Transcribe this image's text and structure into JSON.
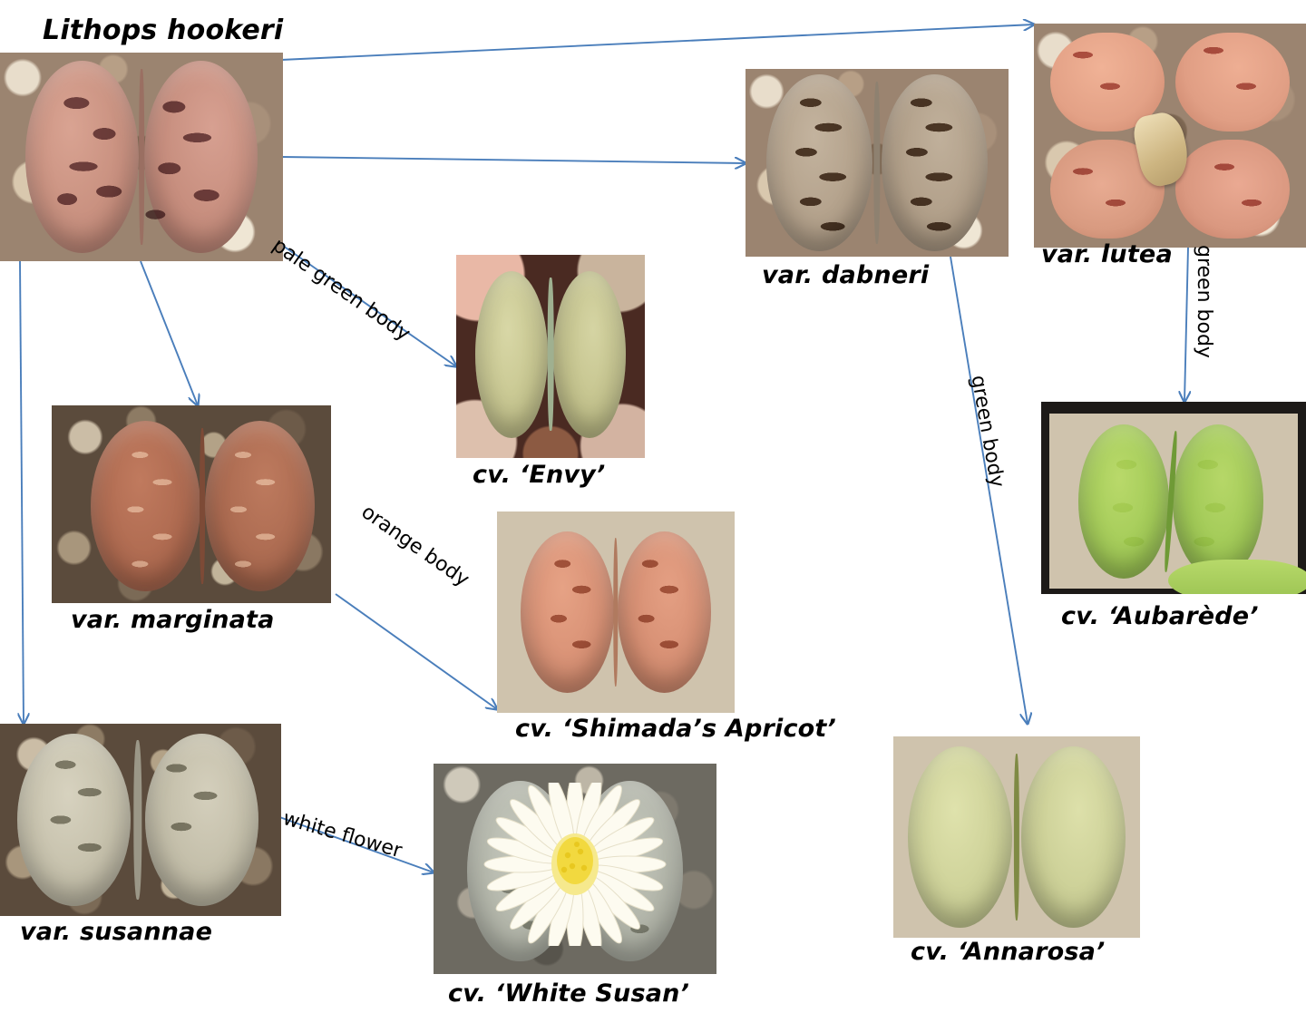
{
  "diagram": {
    "title": "Lithops hookeri",
    "accent_arrow_color": "#4a7ebb",
    "text_color": "#000000"
  },
  "taxa": [
    {
      "id": "species",
      "label": "Lithops hookeri",
      "kind": "species",
      "photo_alt": "dusty pink-brown Lithops hookeri pair with dark branching markings on warm gravel"
    },
    {
      "id": "dabneri",
      "label": "var. dabneri",
      "kind": "variety",
      "photo_alt": "grey-brown elongated lithops with dark dendritic markings"
    },
    {
      "id": "lutea",
      "label": "var. lutea",
      "kind": "variety",
      "photo_alt": "salmon-orange lithops cluster with reddish veining and dried sheath"
    },
    {
      "id": "marginata",
      "label": "var. marginata",
      "kind": "variety",
      "photo_alt": "red-brown lithops with pale mottled window pattern on coarse gravel"
    },
    {
      "id": "susannae",
      "label": "var. susannae",
      "kind": "variety",
      "photo_alt": "pale grey-green lithops with dark grey markings on dark lava gravel"
    },
    {
      "id": "envy",
      "label": "cv. ‘Envy’",
      "kind": "cultivar",
      "photo_alt": "pale yellow-green lithops with chunky raised tubercles"
    },
    {
      "id": "shimada",
      "label": "cv. ‘Shimada’s Apricot’",
      "kind": "cultivar",
      "photo_alt": "apricot-orange lithops on pale white gravel"
    },
    {
      "id": "aubarede",
      "label": "cv. ‘Aubarède’",
      "kind": "cultivar",
      "photo_alt": "bright green lithops in a black tray with pale pumice gravel"
    },
    {
      "id": "whitesusan",
      "label": "cv. ‘White Susan’",
      "kind": "cultivar",
      "photo_alt": "grey-green lithops with open white daisy-like flower and yellow centre"
    },
    {
      "id": "annarosa",
      "label": "cv. ‘Annarosa’",
      "kind": "cultivar",
      "photo_alt": "pale yellow-green lithops with fine wrinkled tubercles on mixed gravel"
    }
  ],
  "edges": [
    {
      "id": "e-species-lutea",
      "label": "",
      "from": "species",
      "to": "lutea"
    },
    {
      "id": "e-species-dabneri",
      "label": "",
      "from": "species",
      "to": "dabneri"
    },
    {
      "id": "e-species-envy",
      "label": "pale green body",
      "from": "species",
      "to": "envy"
    },
    {
      "id": "e-species-marginata",
      "label": "",
      "from": "species",
      "to": "marginata"
    },
    {
      "id": "e-species-susannae",
      "label": "",
      "from": "species",
      "to": "susannae"
    },
    {
      "id": "e-marginata-shimada",
      "label": "orange body",
      "from": "marginata",
      "to": "shimada"
    },
    {
      "id": "e-susannae-whitesusan",
      "label": "white flower",
      "from": "susannae",
      "to": "whitesusan"
    },
    {
      "id": "e-lutea-aubarede",
      "label": "green body",
      "from": "lutea",
      "to": "aubarede"
    },
    {
      "id": "e-dabneri-annarosa",
      "label": "green body",
      "from": "dabneri",
      "to": "annarosa"
    }
  ]
}
